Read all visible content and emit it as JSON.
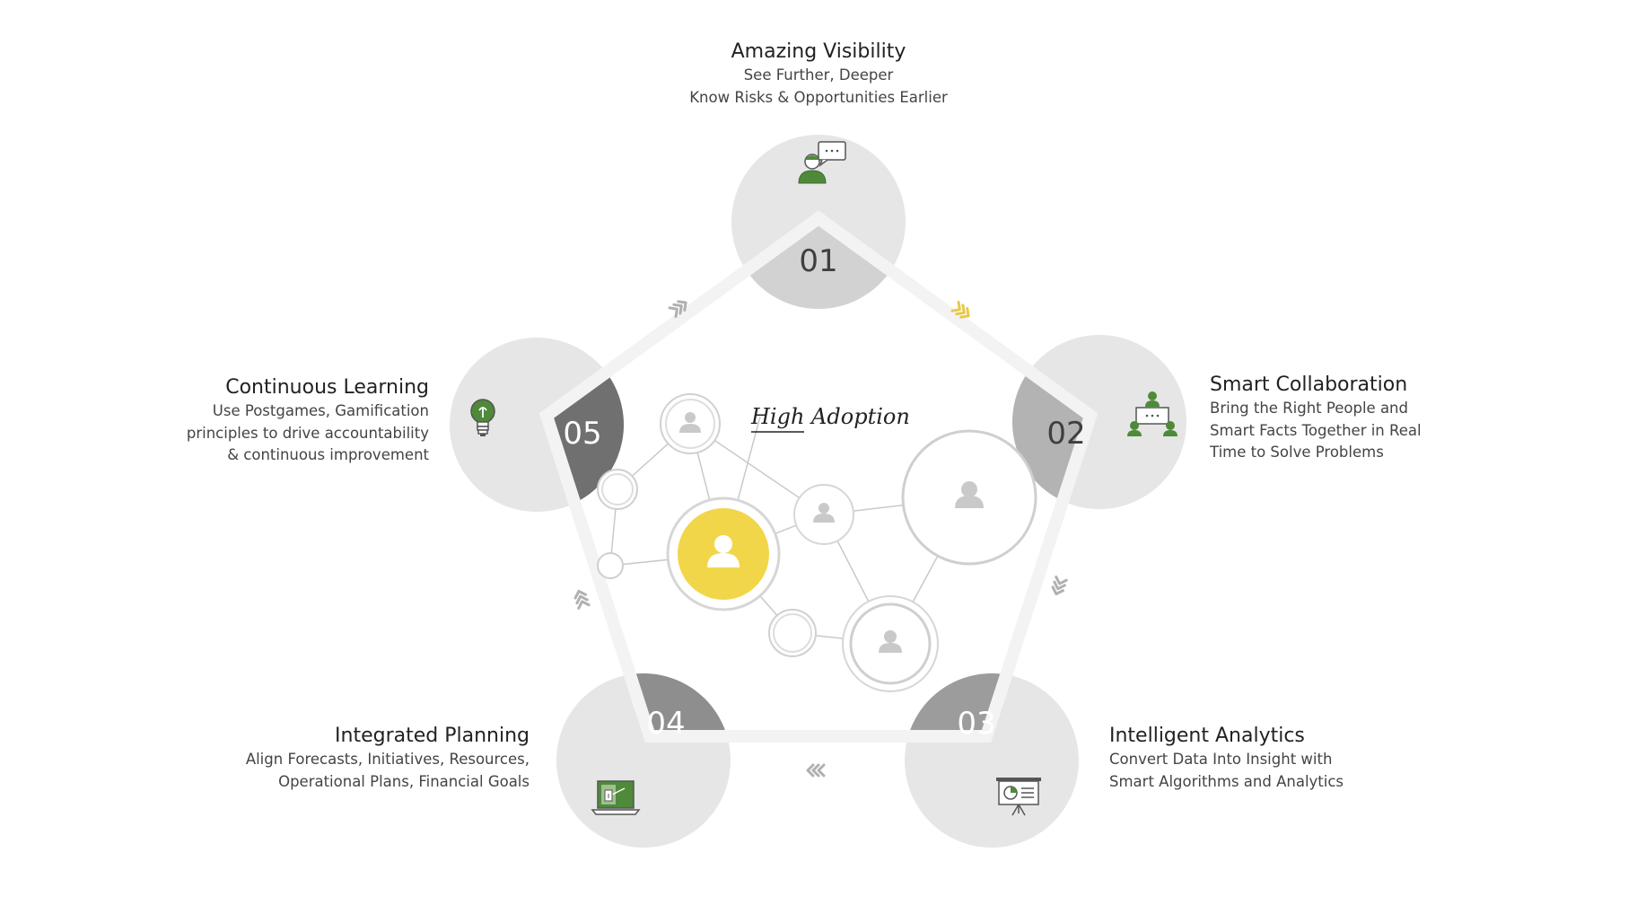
{
  "center": {
    "label": "High Adoption"
  },
  "steps": [
    {
      "number": "01",
      "title": "Amazing Visibility",
      "lines": [
        "See Further, Deeper",
        "Know Risks & Opportunities Earlier"
      ],
      "icon": "person-speech-icon"
    },
    {
      "number": "02",
      "title": "Smart Collaboration",
      "lines": [
        "Bring the Right People and",
        "Smart Facts Together in Real",
        "Time to Solve Problems"
      ],
      "icon": "team-network-icon"
    },
    {
      "number": "03",
      "title": "Intelligent Analytics",
      "lines": [
        "Convert Data Into Insight with",
        "Smart Algorithms and Analytics"
      ],
      "icon": "presentation-board-icon"
    },
    {
      "number": "04",
      "title": "Integrated Planning",
      "lines": [
        "Align Forecasts, Initiatives, Resources,",
        "Operational Plans, Financial Goals"
      ],
      "icon": "laptop-planning-icon"
    },
    {
      "number": "05",
      "title": "Continuous Learning",
      "lines": [
        "Use Postgames, Gamification",
        "principles to drive accountability",
        "& continuous improvement"
      ],
      "icon": "lightbulb-icon"
    }
  ],
  "colors": {
    "circle": "#e6e6e6",
    "band": "#f3f3f3",
    "accent_yellow": "#f1d64a",
    "icon_green": "#4e8a3a",
    "node_gray": "#c9c9c9"
  }
}
